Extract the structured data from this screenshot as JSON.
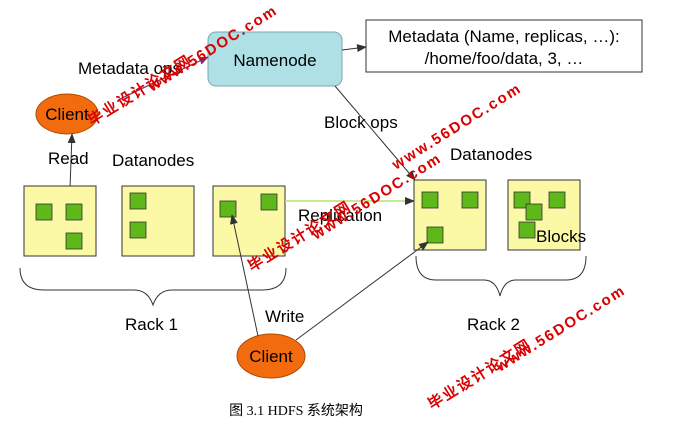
{
  "metadata_box": {
    "line1": "Metadata (Name, replicas, …):",
    "line2": "/home/foo/data, 3, …"
  },
  "namenode": {
    "label": "Namenode"
  },
  "labels": {
    "metadata_ops": "Metadata ops",
    "block_ops": "Block ops",
    "read": "Read",
    "write": "Write",
    "replication": "Replication",
    "blocks": "Blocks",
    "datanodes_left": "Datanodes",
    "datanodes_right": "Datanodes",
    "rack1": "Rack 1",
    "rack2": "Rack 2"
  },
  "clients": {
    "top": "Client",
    "bottom": "Client"
  },
  "caption": "图 3.1 HDFS 系统架构",
  "watermarks": [
    "毕业设计论文网",
    "www.56DOC.com"
  ],
  "colors": {
    "datanode_fill": "#fbf8a6",
    "block_fill": "#5fb81a",
    "namenode_fill": "#aee0e6",
    "client_fill": "#f26b0f",
    "replication_line": "#b6e070",
    "watermark": "#d90000"
  }
}
